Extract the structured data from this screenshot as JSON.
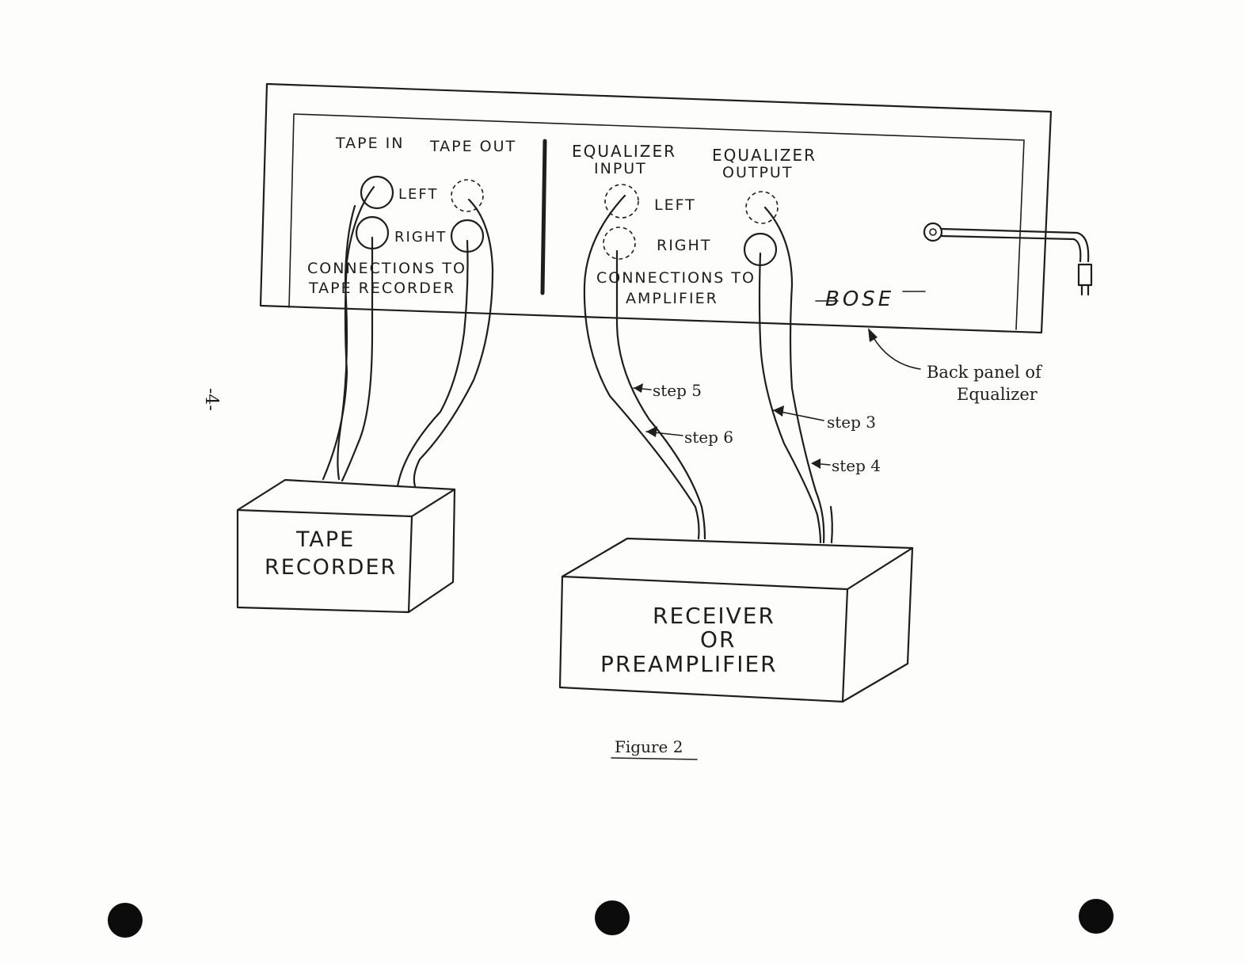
{
  "panel": {
    "tape_in": "TAPE IN",
    "tape_out": "TAPE OUT",
    "eq_input_1": "EQUALIZER",
    "eq_input_2": "INPUT",
    "eq_output_1": "EQUALIZER",
    "eq_output_2": "OUTPUT",
    "left_a": "LEFT",
    "right_a": "RIGHT",
    "left_b": "LEFT",
    "right_b": "RIGHT",
    "conn_tape_1": "CONNECTIONS TO",
    "conn_tape_2": "TAPE RECORDER",
    "conn_amp_1": "CONNECTIONS TO",
    "conn_amp_2": "AMPLIFIER",
    "brand": "BOSE"
  },
  "callout": {
    "line1": "Back panel of",
    "line2": "Equalizer"
  },
  "steps": {
    "s3": "step 3",
    "s4": "step 4",
    "s5": "step 5",
    "s6": "step 6"
  },
  "tape_box": {
    "line1": "TAPE",
    "line2": "RECORDER"
  },
  "receiver_box": {
    "line1": "RECEIVER",
    "line2": "OR",
    "line3": "PREAMPLIFIER"
  },
  "caption": "Figure 2",
  "page_number": "-4-"
}
